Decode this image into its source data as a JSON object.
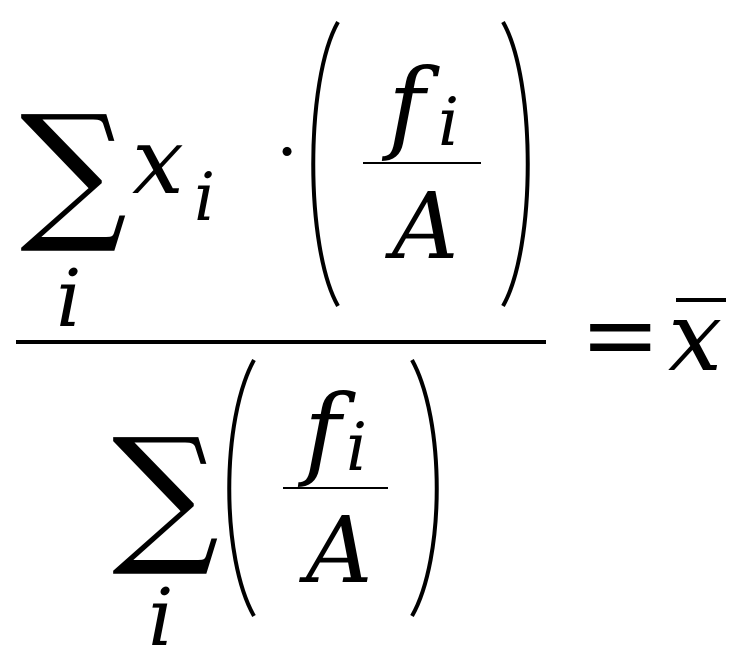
{
  "formula": {
    "numerator": {
      "sum_symbol": "∑",
      "sum_index": "i",
      "variable": "x",
      "variable_subscript": "i",
      "dot": "·",
      "fraction": {
        "numerator": "f",
        "numerator_subscript": "i",
        "denominator": "A"
      }
    },
    "denominator": {
      "sum_symbol": "∑",
      "sum_index": "i",
      "fraction": {
        "numerator": "f",
        "numerator_subscript": "i",
        "denominator": "A"
      }
    },
    "equals": "=",
    "result": "x"
  }
}
